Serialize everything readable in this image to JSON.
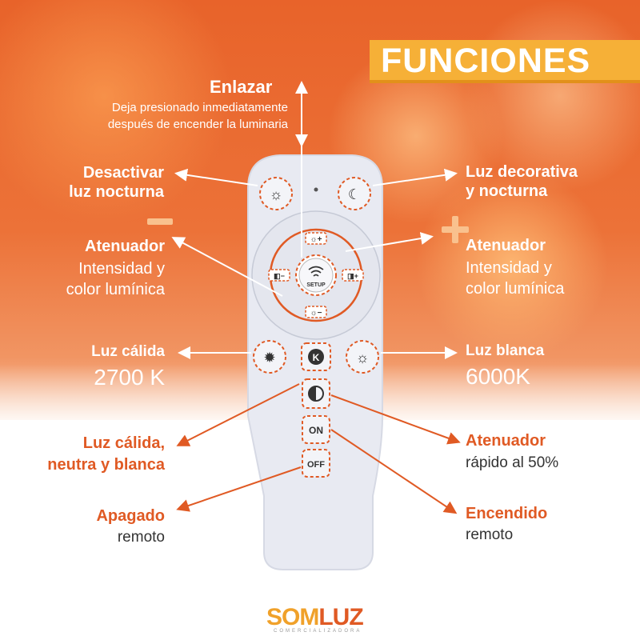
{
  "title": "FUNCIONES",
  "labels": {
    "enlazar": {
      "title": "Enlazar",
      "line1": "Deja presionado inmediatamente",
      "line2": "después de encender la luminaria"
    },
    "desactivar": {
      "line1": "Desactivar",
      "line2": "luz nocturna"
    },
    "decorativa": {
      "line1": "Luz decorativa",
      "line2": "y nocturna"
    },
    "atenuador_left": {
      "title": "Atenuador",
      "line1": "Intensidad y",
      "line2": "color lumínica"
    },
    "atenuador_right": {
      "title": "Atenuador",
      "line1": "Intensidad y",
      "line2": "color lumínica"
    },
    "calida": {
      "title": "Luz cálida",
      "value": "2700 K"
    },
    "blanca": {
      "title": "Luz blanca",
      "value": "6000K"
    },
    "calida_neutra": {
      "line1": "Luz cálida,",
      "line2": "neutra y blanca"
    },
    "atenuador_rapido": {
      "title": "Atenuador",
      "line1": "rápido al 50%"
    },
    "apagado": {
      "title": "Apagado",
      "line1": "remoto"
    },
    "encendido": {
      "title": "Encendido",
      "line1": "remoto"
    }
  },
  "remote": {
    "setup_label": "SETUP",
    "on_label": "ON",
    "off_label": "OFF",
    "k_label": "K"
  },
  "brand": {
    "part1": "SOM",
    "part2": "LUZ",
    "tagline": "COMERCIALIZADORA"
  },
  "colors": {
    "accent": "#e05a24",
    "title_bar": "#f6b037",
    "remote": "#e8eaf2"
  }
}
